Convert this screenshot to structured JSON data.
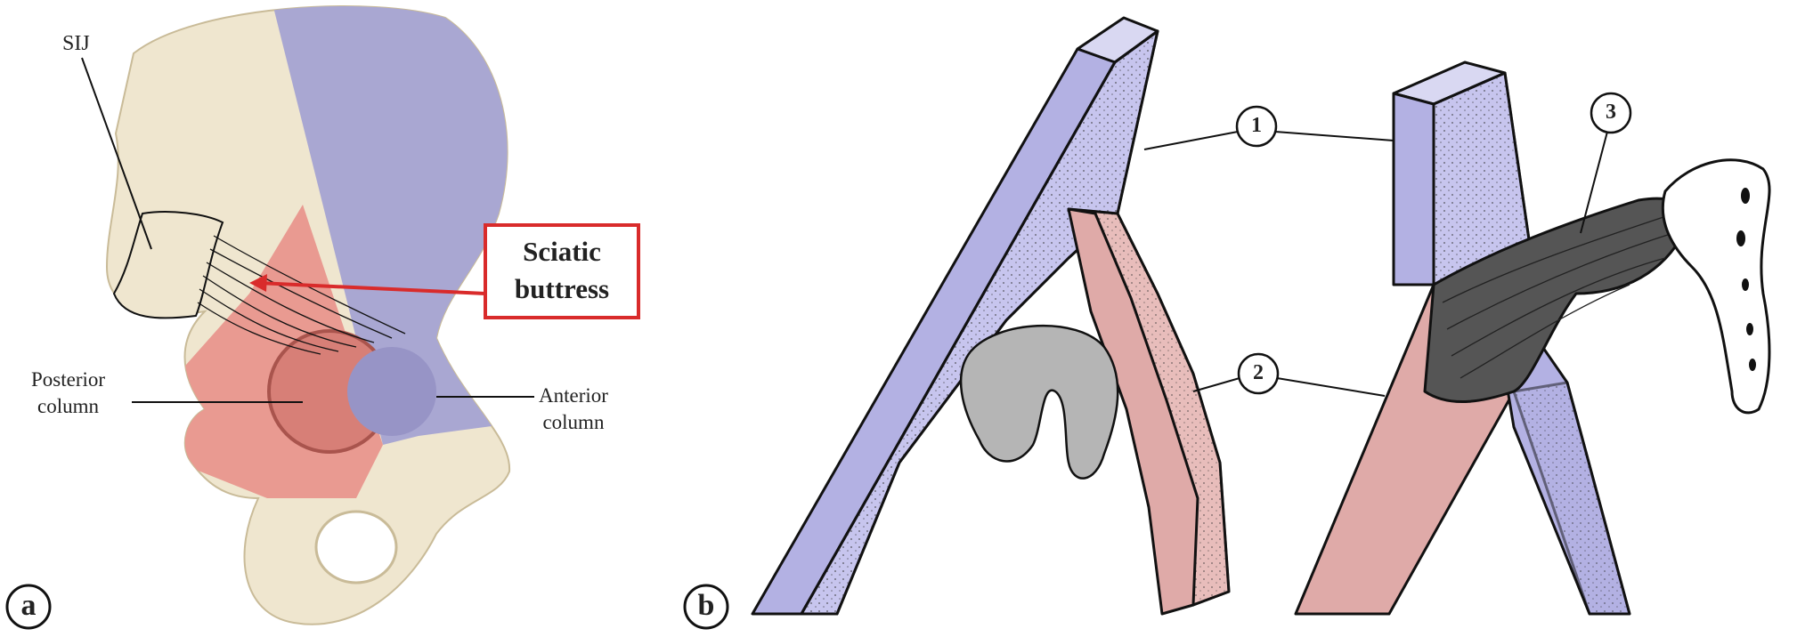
{
  "panel_a": {
    "panel_label": "a",
    "labels": {
      "sij": "SIJ",
      "sciatic_buttress_line1": "Sciatic",
      "sciatic_buttress_line2": "buttress",
      "posterior_line1": "Posterior",
      "posterior_line2": "column",
      "anterior_line1": "Anterior",
      "anterior_line2": "column"
    },
    "colors": {
      "bone": "#efe6cf",
      "anterior": "#a9a7d2",
      "posterior": "#e99a91",
      "highlight_box": "#d92b2b"
    }
  },
  "panel_b": {
    "panel_label": "b",
    "callouts": [
      "1",
      "2",
      "3"
    ],
    "colors": {
      "column1": "#b3b1e3",
      "column2": "#dfaaa8",
      "mass": "#b5b5b5",
      "ligament": "#555555"
    }
  }
}
